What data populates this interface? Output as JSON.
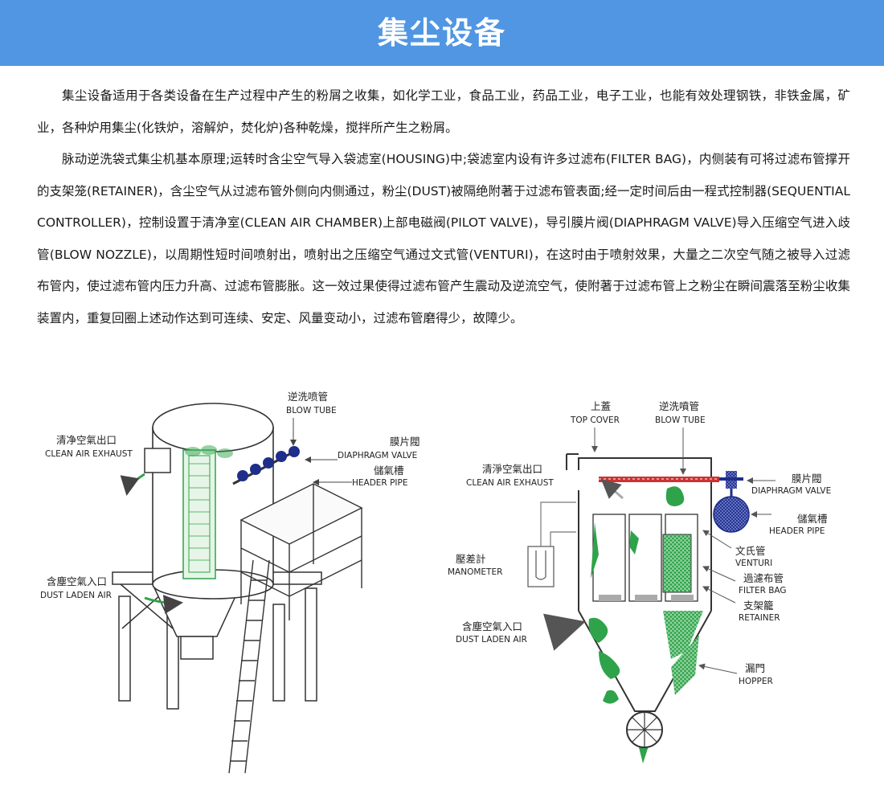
{
  "header": {
    "title": "集尘设备"
  },
  "intro": {
    "paragraph1": "集尘设备适用于各类设备在生产过程中产生的粉屑之收集，如化学工业，食品工业，药品工业，电子工业，也能有效处理钢铁，非铁金属，矿业，各种炉用集尘(化铁炉，溶解炉，焚化炉)各种乾燥，搅拌所产生之粉屑。",
    "paragraph2": "脉动逆洗袋式集尘机基本原理;运转时含尘空气导入袋滤室(HOUSING)中;袋滤室内设有许多过滤布(FILTER BAG)，内侧装有可将过滤布管撑开的支架笼(RETAINER)，含尘空气从过滤布管外侧向内侧通过，粉尘(DUST)被隔绝附著于过滤布管表面;经一定时间后由一程式控制器(SEQUENTIAL CONTROLLER)，控制设置于清净室(CLEAN AIR CHAMBER)上部电磁阀(PILOT VALVE)，导引膜片阀(DIAPHRAGM VALVE)导入压缩空气进入歧管(BLOW NOZZLE)，以周期性短时间喷射出，喷射出之压缩空气通过文式管(VENTURI)，在这时由于喷射效果，大量之二次空气随之被导入过滤布管内，使过滤布管内压力升高、过滤布管膨胀。这一效过果使得过滤布管产生震动及逆流空气，使附著于过滤布管上之粉尘在瞬间震落至粉尘收集装置内，重复回圈上述动作达到可连续、安定、风量变动小，过滤布管磨得少，故障少。"
  },
  "left_diagram": {
    "blow_tube": {
      "zh": "逆洗喷管",
      "en": "BLOW TUBE"
    },
    "clean_air_exhaust": {
      "zh": "清净空氣出口",
      "en": "CLEAN AIR EXHAUST"
    },
    "diaphragm_valve": {
      "zh": "膜片閥",
      "en": "DIAPHRAGM VALVE"
    },
    "header_pipe": {
      "zh": "儲氣槽",
      "en": "HEADER PIPE"
    },
    "dust_laden_air": {
      "zh": "含塵空氣入口",
      "en": "DUST LADEN AIR"
    }
  },
  "right_diagram": {
    "top_cover": {
      "zh": "上蓋",
      "en": "TOP COVER"
    },
    "blow_tube": {
      "zh": "逆洗噴管",
      "en": "BLOW TUBE"
    },
    "clean_air_exhaust": {
      "zh": "清淨空氣出口",
      "en": "CLEAN AIR EXHAUST"
    },
    "diaphragm_valve": {
      "zh": "膜片閥",
      "en": "DIAPHRAGM VALVE"
    },
    "header_pipe": {
      "zh": "儲氣槽",
      "en": "HEADER PIPE"
    },
    "venturi": {
      "zh": "文氏管",
      "en": "VENTURI"
    },
    "manometer": {
      "zh": "壓差計",
      "en": "MANOMETER"
    },
    "filter_bag": {
      "zh": "過濾布管",
      "en": "FILTER BAG"
    },
    "retainer": {
      "zh": "支架籠",
      "en": "RETAINER"
    },
    "dust_laden_air": {
      "zh": "含塵空氣入口",
      "en": "DUST LADEN AIR"
    },
    "hopper": {
      "zh": "漏門",
      "en": "HOPPER"
    }
  },
  "colors": {
    "header": "#5096e3",
    "green": "#2fa34a",
    "red": "#cc3333",
    "navy": "#1e2e8a"
  }
}
